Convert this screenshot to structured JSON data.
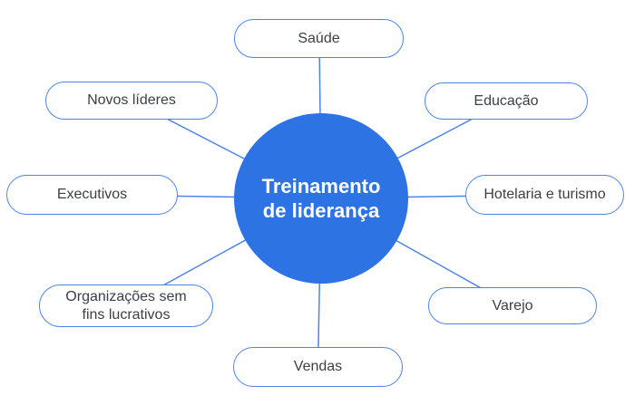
{
  "diagram": {
    "title": "Treinamento de liderança mind map",
    "center": {
      "label": "Treinamento de liderança"
    },
    "nodes": [
      {
        "id": "saude",
        "label": "Saúde"
      },
      {
        "id": "educacao",
        "label": "Educação"
      },
      {
        "id": "hotelaria",
        "label": "Hotelaria e turismo"
      },
      {
        "id": "varejo",
        "label": "Varejo"
      },
      {
        "id": "vendas",
        "label": "Vendas"
      },
      {
        "id": "organizacoes",
        "label": "Organizações sem fins lucrativos"
      },
      {
        "id": "executivos",
        "label": "Executivos"
      },
      {
        "id": "novos-lideres",
        "label": "Novos líderes"
      }
    ],
    "colors": {
      "background": "#ffffff",
      "center_fill": "#2e73e3",
      "center_text": "#ffffff",
      "node_border": "#4d84ea",
      "node_text": "#3c4044",
      "connector": "#4d84ea"
    }
  }
}
